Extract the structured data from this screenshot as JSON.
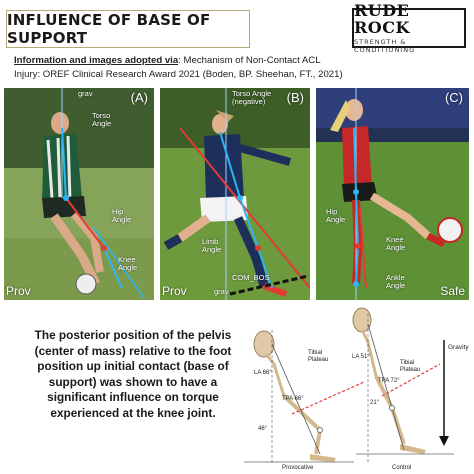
{
  "header": {
    "title": "INFLUENCE OF BASE OF SUPPORT",
    "logo_line1": "RUDE ROCK",
    "logo_line2": "STRENGTH & CONDITIONING"
  },
  "source": {
    "lead": "Information and images adopted via",
    "line1_rest": ": Mechanism of Non-Contact ACL",
    "line2": "Injury: OREF Clinical Research Award 2021 (Boden, BP. Sheehan, FT., 2021)"
  },
  "panels": [
    {
      "letter": "(A)",
      "corner": "Prov",
      "labels": {
        "grav": "grav",
        "torso": "Torso Angle",
        "hip": "Hip Angle",
        "knee": "Knee Angle"
      }
    },
    {
      "letter": "(B)",
      "corner": "Prov",
      "labels": {
        "torso": "Torso Angle (negative)",
        "limb": "Limb Angle",
        "grav": "grav",
        "com_bos": "COM_BOS"
      }
    },
    {
      "letter": "(C)",
      "corner": "Safe",
      "labels": {
        "hip": "Hip Angle",
        "knee": "Knee Angle",
        "ankle": "Ankle Angle"
      }
    }
  ],
  "description": "The posterior position of the pelvis (center of mass) relative to the foot position up initial contact (base of support) was shown to have a significant influence on torque experienced at the knee joint.",
  "diagram": {
    "left_label": "Provocative",
    "right_label": "Control",
    "gravity": "Gravity",
    "tibial_plateau": "Tibial Plateau",
    "la_left": "LA 66°",
    "tpa_left": "TPA 66°",
    "angle_left": "46°",
    "la_right": "LA 51°",
    "tpa_right": "TPA 72°",
    "angle_right": "21°"
  },
  "colors": {
    "title_border": "#b7a77c",
    "angle_line_red": "#e53935",
    "angle_line_blue": "#29b6f6",
    "field_green": "#5a8a3a"
  }
}
